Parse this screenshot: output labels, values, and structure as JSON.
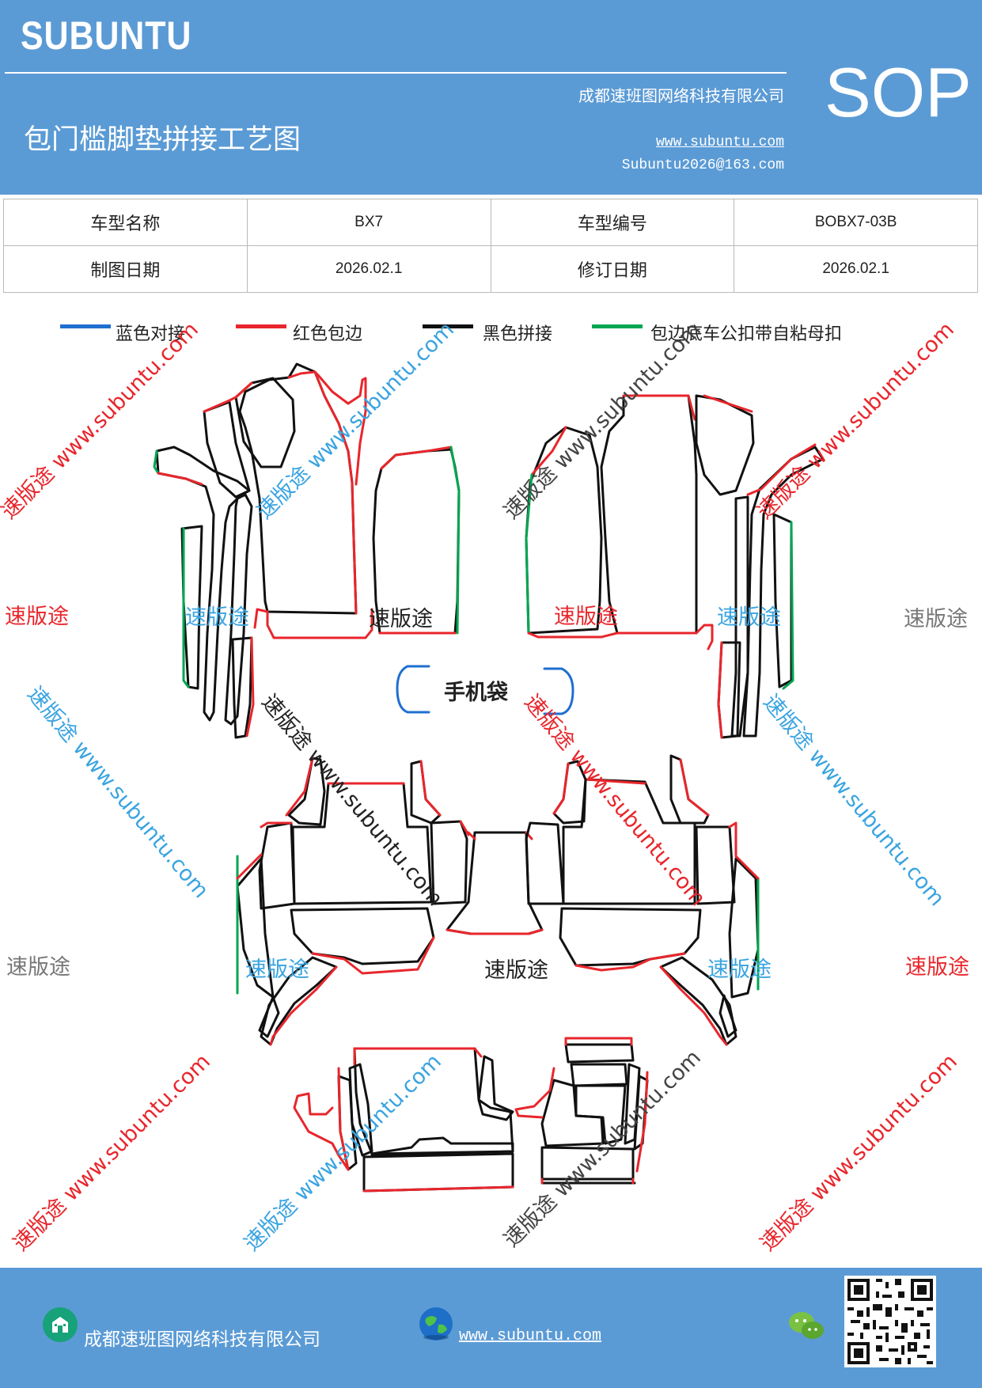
{
  "header": {
    "brand": "SUBUNTU",
    "company": "成都速班图网络科技有限公司",
    "title": "包门槛脚垫拼接工艺图",
    "website": "www.subuntu.com",
    "email": "Subuntu2026@163.com",
    "doc_type": "SOP",
    "background_color": "#5b9bd5"
  },
  "info_table": {
    "rows": [
      [
        "车型名称",
        "BX7",
        "车型编号",
        "BOBX7-03B"
      ],
      [
        "制图日期",
        "2026.02.1",
        "修订日期",
        "2026.02.1"
      ]
    ]
  },
  "legend": [
    {
      "label": "蓝色对接",
      "color": "#1f6fd0"
    },
    {
      "label": "红色包边",
      "color": "#e8262c"
    },
    {
      "label": "黑色拼接",
      "color": "#111111"
    },
    {
      "label": "包边底车公扣带自粘母扣",
      "color": "#00a651"
    }
  ],
  "diagram": {
    "phone_pocket_label": "手机袋"
  },
  "watermarks": {
    "tag": "速版途",
    "diagonal": "速版途 www.subuntu.com"
  },
  "footer": {
    "company": "成都速班图网络科技有限公司",
    "website": "www.subuntu.com",
    "icons": [
      "building-icon",
      "globe-icon",
      "wechat-icon",
      "qr-code"
    ]
  }
}
